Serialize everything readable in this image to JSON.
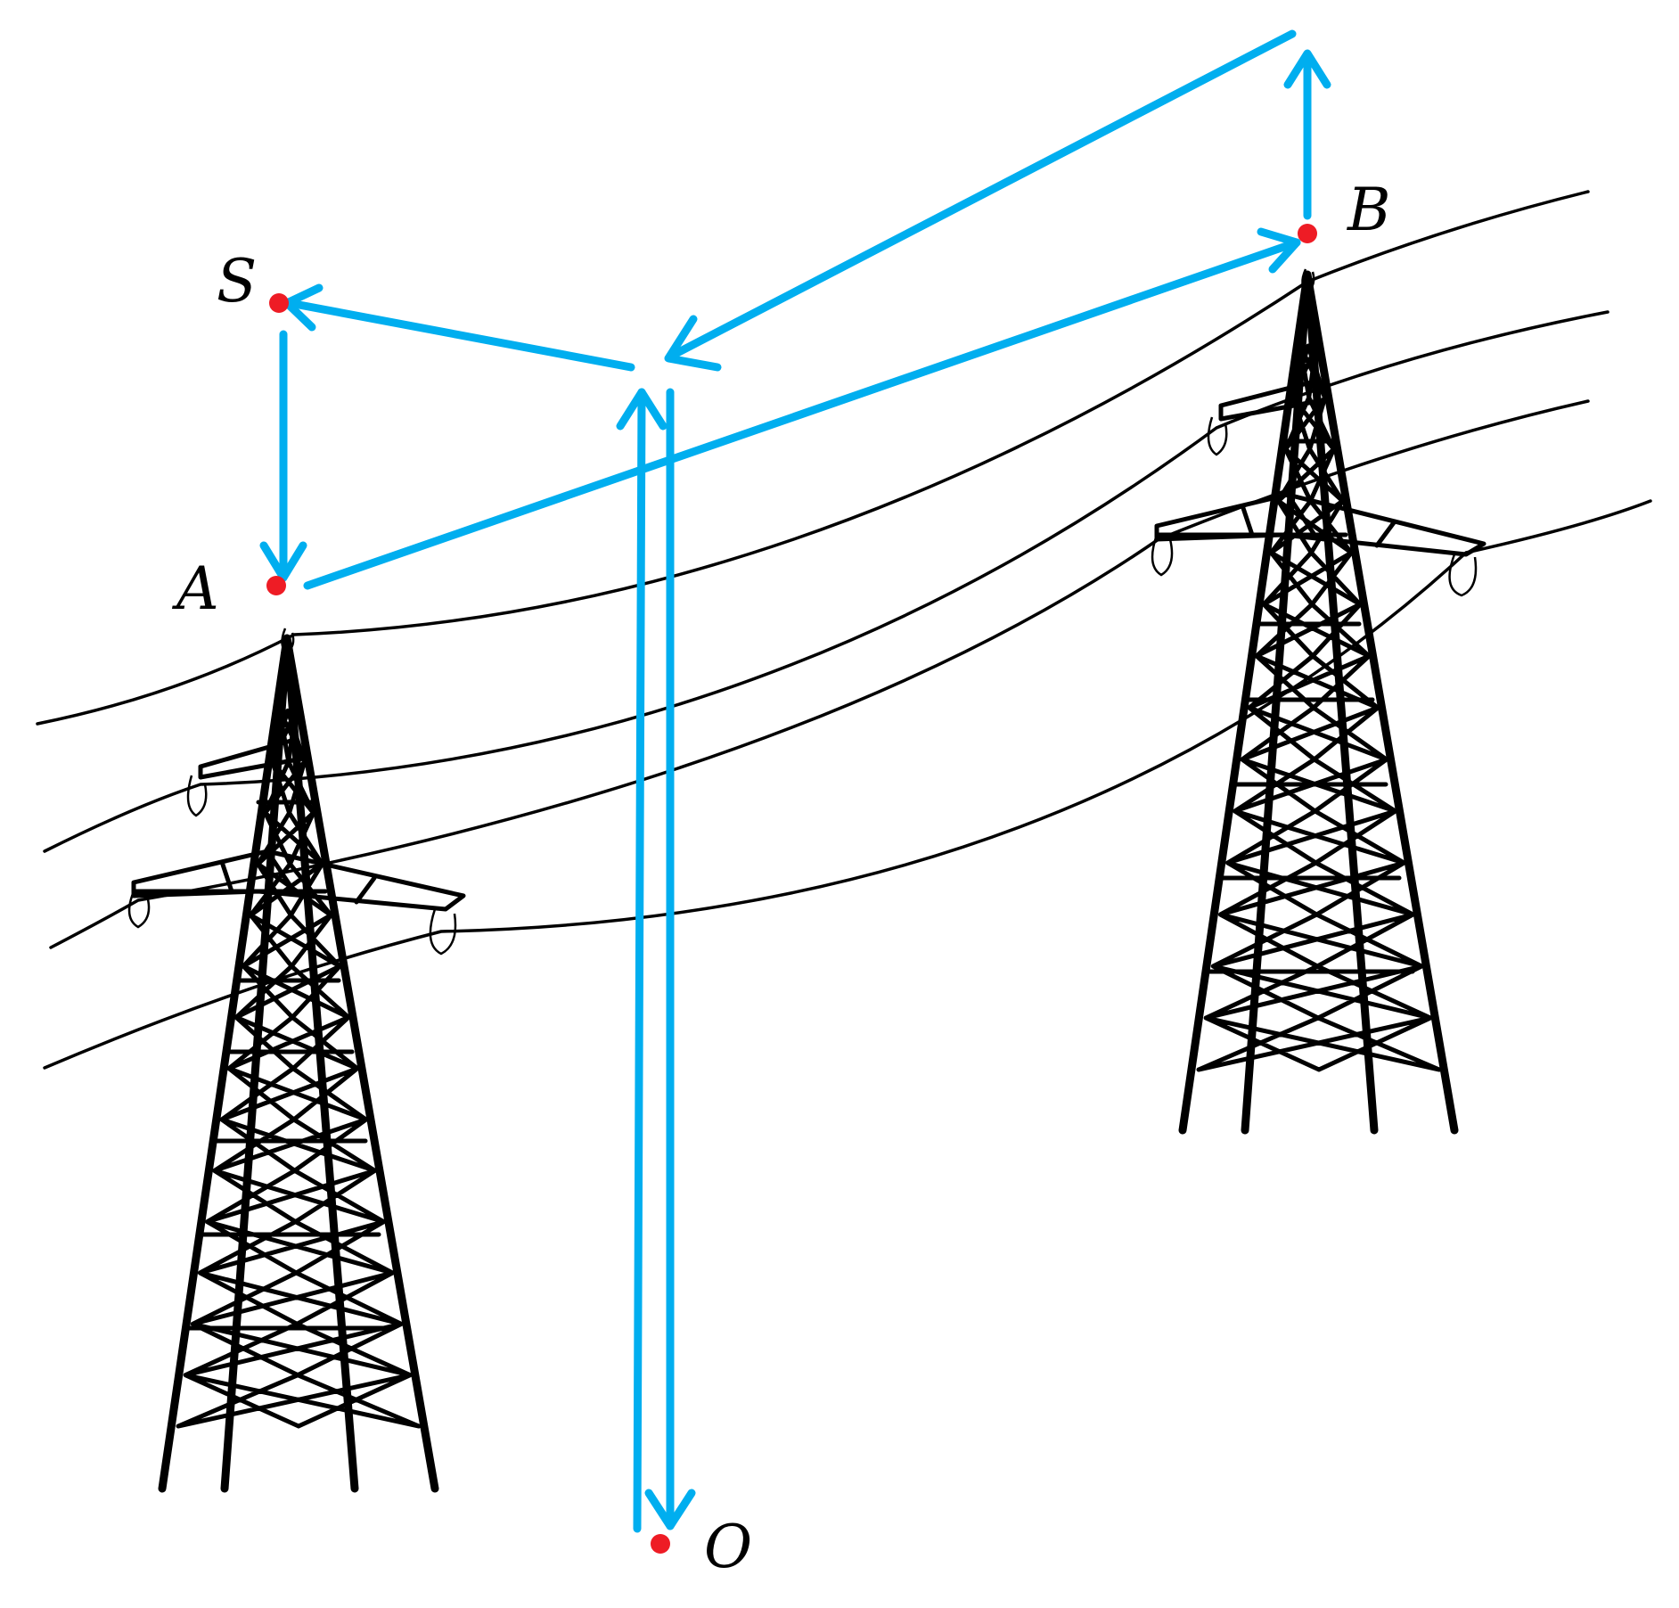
{
  "points": {
    "S": "S",
    "A": "A",
    "B": "B",
    "O": "O"
  },
  "colors": {
    "vector": "#00aeef",
    "point": "#ee1c25",
    "tower": "#000000",
    "wire": "#000000",
    "background": "#ffffff"
  }
}
